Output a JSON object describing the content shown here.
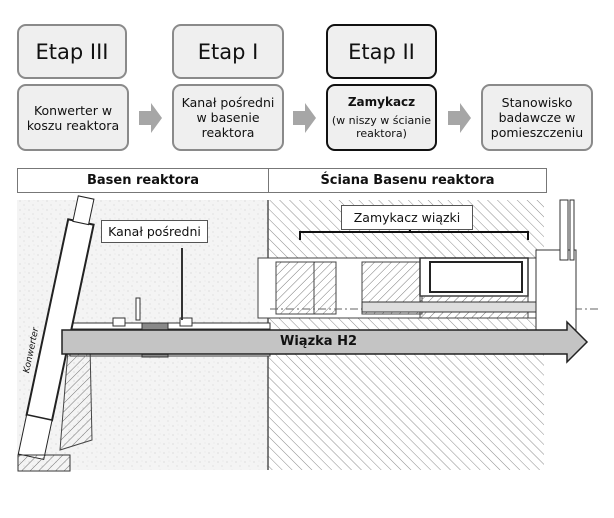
{
  "stages": [
    {
      "label": "Etap III",
      "description": "Konwerter w koszu reaktora"
    },
    {
      "label": "Etap I",
      "description": "Kanał pośredni w basenie reaktora"
    },
    {
      "label": "Etap II",
      "description_title": "Zamykacz",
      "description": "(w niszy w ścianie reaktora)"
    },
    {
      "label": "",
      "description": "Stanowisko badawcze w pomieszczeniu"
    }
  ],
  "sections": {
    "left": "Basen reaktora",
    "right": "Ściana Basenu reaktora"
  },
  "callouts": {
    "channel": "Kanał pośredni",
    "shutter": "Zamykacz wiązki",
    "converter": "Konwerter"
  },
  "beam": {
    "label": "Wiązka H2",
    "color": "#c4c4c4"
  },
  "colors": {
    "box_fill": "#efefef",
    "box_border": "#8a8a8a",
    "arrow": "#a6a6a6"
  }
}
